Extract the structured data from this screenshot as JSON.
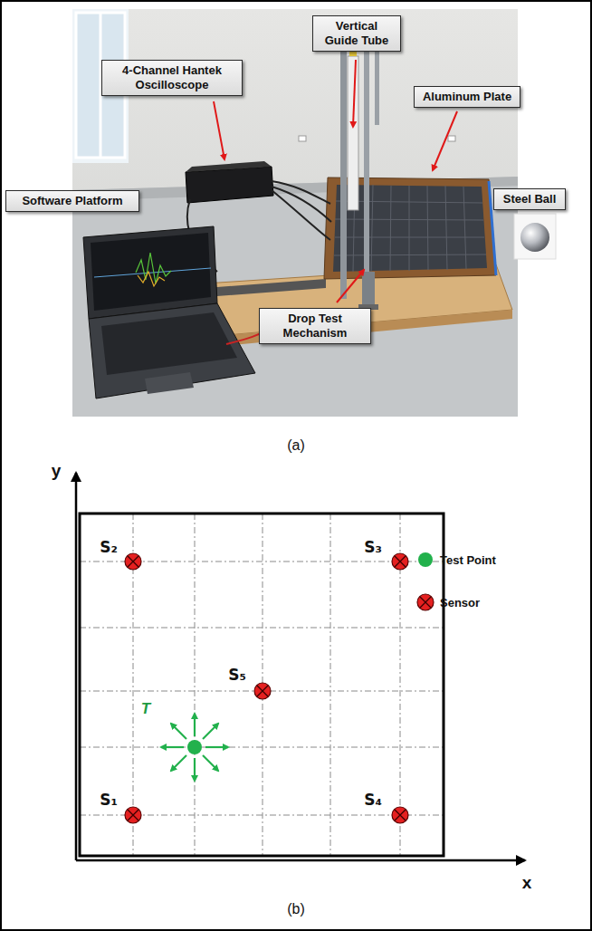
{
  "diagram": {
    "nodes": [
      {
        "text": [
          "Vertical Guide Tube"
        ]
      },
      {
        "text": [
          "4-Channel Hantek Oscilloscope"
        ]
      },
      {
        "text": [
          "Aluminum Plate"
        ]
      },
      {
        "text": [
          "Software Platform"
        ]
      },
      {
        "text": [
          "Steel Ball"
        ]
      },
      {
        "text": [
          "Drop Test Mechanism"
        ]
      }
    ],
    "labels": [
      "(a)",
      "y",
      "S₂",
      "S₃",
      "T",
      "S₅",
      "S₁",
      "S₄",
      "x",
      "(b)"
    ],
    "legend": [
      {
        "text": "Test Point",
        "color": "#22b14c"
      },
      {
        "text": "Sensor"
      }
    ]
  }
}
